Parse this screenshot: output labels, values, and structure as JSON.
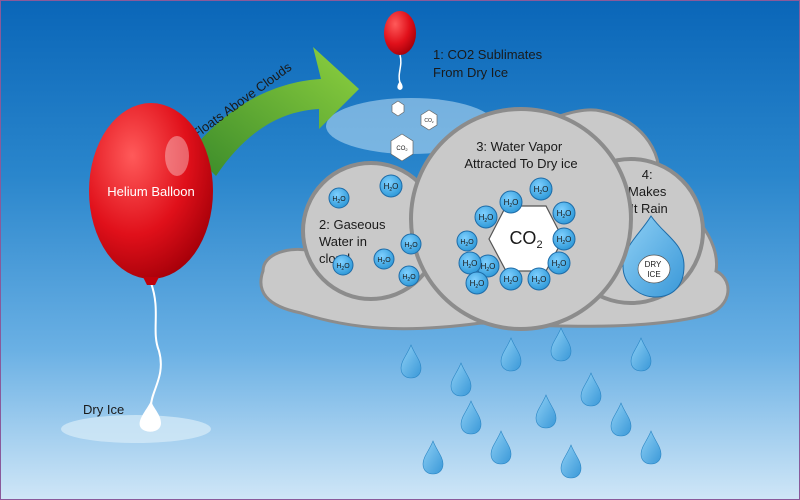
{
  "balloon": {
    "label": "Helium Balloon"
  },
  "arrow": {
    "label": "Floats Above Clouds"
  },
  "dry_ice": {
    "label": "Dry Ice"
  },
  "steps": {
    "step1": [
      "1: CO2 Sublimates",
      "From Dry Ice"
    ],
    "step2": [
      "2: Gaseous",
      "Water in",
      "cloud"
    ],
    "step3": [
      "3: Water Vapor",
      "Attracted To Dry ice"
    ],
    "step4": [
      "4:",
      "Makes",
      "It Rain"
    ]
  },
  "molecules": {
    "water": "H",
    "water_sub": "2",
    "water_tail": "O",
    "co2": "CO",
    "co2_sub": "2",
    "co2_small": "CO",
    "co2_small_sub": "2"
  },
  "drop_label": [
    "DRY",
    "ICE"
  ],
  "colors": {
    "sky_top": "#0a66b8",
    "balloon": "#e0101a",
    "arrow": "#7cc23a",
    "cloud": "#c9c9c9",
    "cloud_stroke": "#8c8c8c",
    "water": "#37a9e6",
    "drop": "#4aa8e0"
  }
}
